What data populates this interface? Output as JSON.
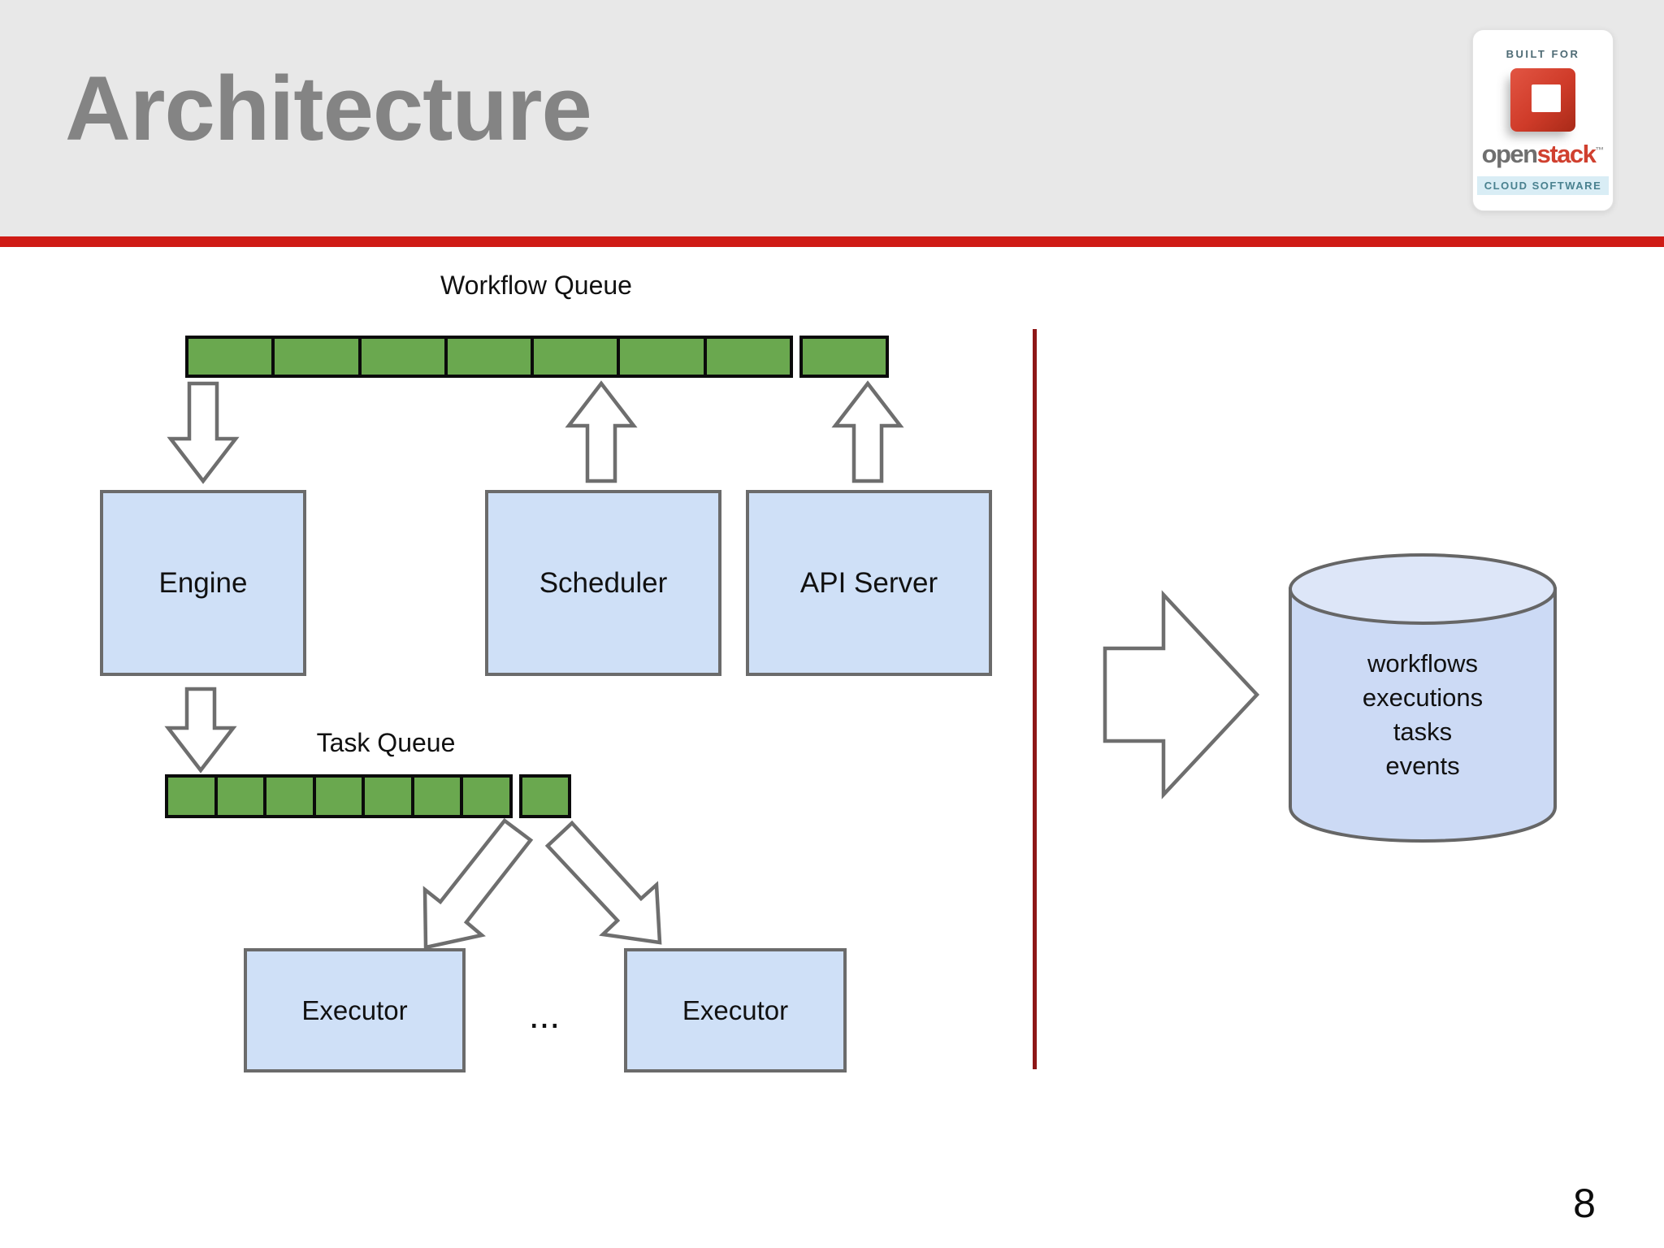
{
  "slide": {
    "title": "Architecture",
    "page_number": "8",
    "colors": {
      "header_bg": "#e8e8e8",
      "title_text": "#848484",
      "divider_red": "#cf1b15",
      "separator_red": "#8e1717",
      "queue_green": "#6aa84f",
      "queue_border": "#0b0b0b",
      "box_fill": "#cfe0f7",
      "box_border": "#6b6b6b",
      "arrow_fill": "#ffffff",
      "arrow_stroke": "#6e6e6e",
      "cylinder_fill": "#ccdaf5",
      "cylinder_top_fill": "#dde6f8",
      "cylinder_stroke": "#666666"
    }
  },
  "logo": {
    "built_for": "BUILT FOR",
    "brand_open": "open",
    "brand_stack": "stack",
    "trademark": "™",
    "tagline": "CLOUD SOFTWARE"
  },
  "diagram": {
    "workflow_queue": {
      "label": "Workflow Queue",
      "segments": 8
    },
    "task_queue": {
      "label": "Task Queue",
      "segments": 8
    },
    "boxes": {
      "engine": "Engine",
      "scheduler": "Scheduler",
      "api_server": "API Server"
    },
    "executors": {
      "left": "Executor",
      "right": "Executor",
      "ellipsis": "..."
    },
    "datastore": {
      "lines": [
        "workflows",
        "executions",
        "tasks",
        "events"
      ]
    }
  }
}
